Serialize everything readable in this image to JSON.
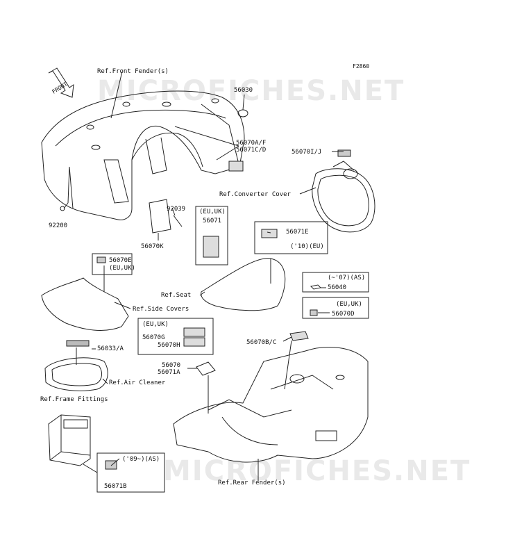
{
  "diagram_code": "F2860",
  "watermark": {
    "text": "MICROFICHES.NET"
  },
  "front_arrow": {
    "text": "FRONT"
  },
  "refs": {
    "front_fender": "Ref.Front Fender(s)",
    "converter_cover": "Ref.Converter Cover",
    "seat": "Ref.Seat",
    "side_covers": "Ref.Side Covers",
    "air_cleaner": "Ref.Air Cleaner",
    "frame_fittings": "Ref.Frame Fittings",
    "rear_fender": "Ref.Rear Fender(s)"
  },
  "parts": {
    "p56030": "56030",
    "p56070af": "56070A/F",
    "p56071cd": "56071C/D",
    "p56070ij": "56070I/J",
    "p92039": "92039",
    "p92200": "92200",
    "p56070k": "56070K",
    "p56071": "56071",
    "p56071e": "56071E",
    "p56070e": "56070E",
    "p56040": "56040",
    "p56070d": "56070D",
    "p56070bc": "56070B/C",
    "p56070g": "56070G",
    "p56070h": "56070H",
    "p56033a": "56033/A",
    "p56070": "56070",
    "p56071a": "56071A",
    "p56071b": "56071B"
  },
  "notes": {
    "eu_uk_56071": "(EU,UK)",
    "eu_uk_56070e": "(EU,UK)",
    "eu_uk_56070d": "(EU,UK)",
    "eu_uk_56070gh": "(EU,UK)",
    "y10_eu": "('10)(EU)",
    "y07_as": "(~'07)(AS)",
    "y09_as": "('09~)(AS)"
  }
}
